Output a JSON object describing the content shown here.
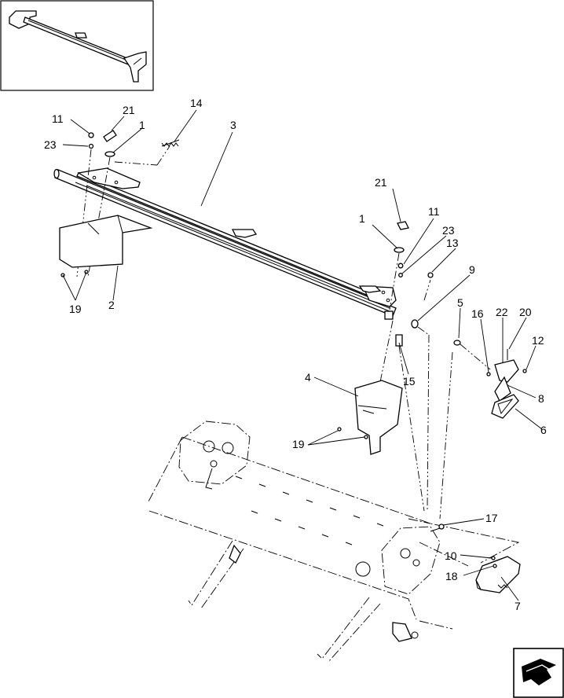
{
  "diagram": {
    "type": "exploded-parts-view",
    "callouts": [
      {
        "id": "c-11a",
        "label": "11"
      },
      {
        "id": "c-21a",
        "label": "21"
      },
      {
        "id": "c-1a",
        "label": "1"
      },
      {
        "id": "c-23a",
        "label": "23"
      },
      {
        "id": "c-14",
        "label": "14"
      },
      {
        "id": "c-3",
        "label": "3"
      },
      {
        "id": "c-19a",
        "label": "19"
      },
      {
        "id": "c-2",
        "label": "2"
      },
      {
        "id": "c-21b",
        "label": "21"
      },
      {
        "id": "c-1b",
        "label": "1"
      },
      {
        "id": "c-11b",
        "label": "11"
      },
      {
        "id": "c-23b",
        "label": "23"
      },
      {
        "id": "c-13",
        "label": "13"
      },
      {
        "id": "c-9",
        "label": "9"
      },
      {
        "id": "c-5",
        "label": "5"
      },
      {
        "id": "c-16",
        "label": "16"
      },
      {
        "id": "c-22",
        "label": "22"
      },
      {
        "id": "c-20",
        "label": "20"
      },
      {
        "id": "c-12",
        "label": "12"
      },
      {
        "id": "c-15",
        "label": "15"
      },
      {
        "id": "c-4",
        "label": "4"
      },
      {
        "id": "c-8",
        "label": "8"
      },
      {
        "id": "c-19b",
        "label": "19"
      },
      {
        "id": "c-6",
        "label": "6"
      },
      {
        "id": "c-17",
        "label": "17"
      },
      {
        "id": "c-10",
        "label": "10"
      },
      {
        "id": "c-18",
        "label": "18"
      },
      {
        "id": "c-7",
        "label": "7"
      }
    ]
  }
}
